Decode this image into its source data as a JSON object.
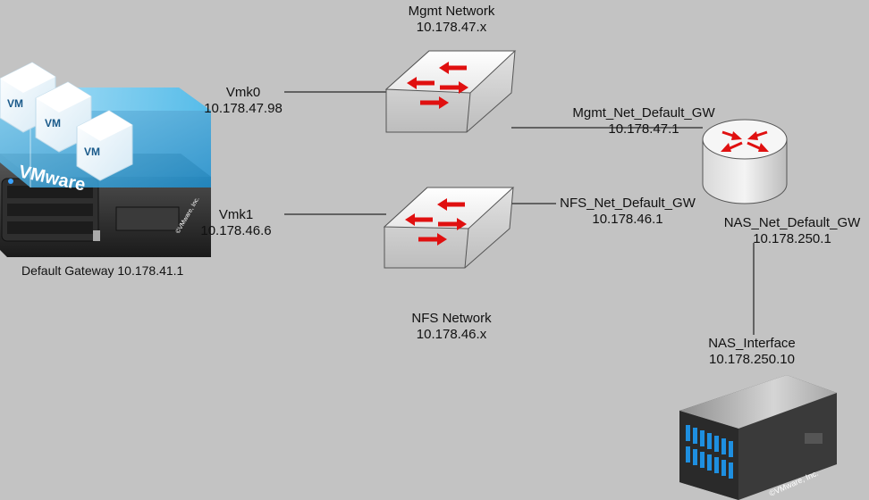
{
  "host": {
    "vm_labels": [
      "VM",
      "VM",
      "VM"
    ],
    "brand": "VMware",
    "copyright": "©VMware, Inc.",
    "default_gateway": "Default Gateway 10.178.41.1"
  },
  "vmk0": {
    "name": "Vmk0",
    "ip": "10.178.47.98"
  },
  "vmk1": {
    "name": "Vmk1",
    "ip": "10.178.46.6"
  },
  "mgmt_network": {
    "name": "Mgmt Network",
    "subnet": "10.178.47.x"
  },
  "nfs_network": {
    "name": "NFS Network",
    "subnet": "10.178.46.x"
  },
  "mgmt_gw": {
    "name": "Mgmt_Net_Default_GW",
    "ip": "10.178.47.1"
  },
  "nfs_gw": {
    "name": "NFS_Net_Default_GW",
    "ip": "10.178.46.1"
  },
  "nas_gw": {
    "name": "NAS_Net_Default_GW",
    "ip": "10.178.250.1"
  },
  "nas_interface": {
    "name": "NAS_Interface",
    "ip": "10.178.250.10"
  },
  "nas_copyright": "©VMware, Inc.",
  "colors": {
    "background": "#c3c3c3",
    "arrow": "#e01010",
    "vmware_blue": "#2a9ed8",
    "line": "#000000"
  }
}
